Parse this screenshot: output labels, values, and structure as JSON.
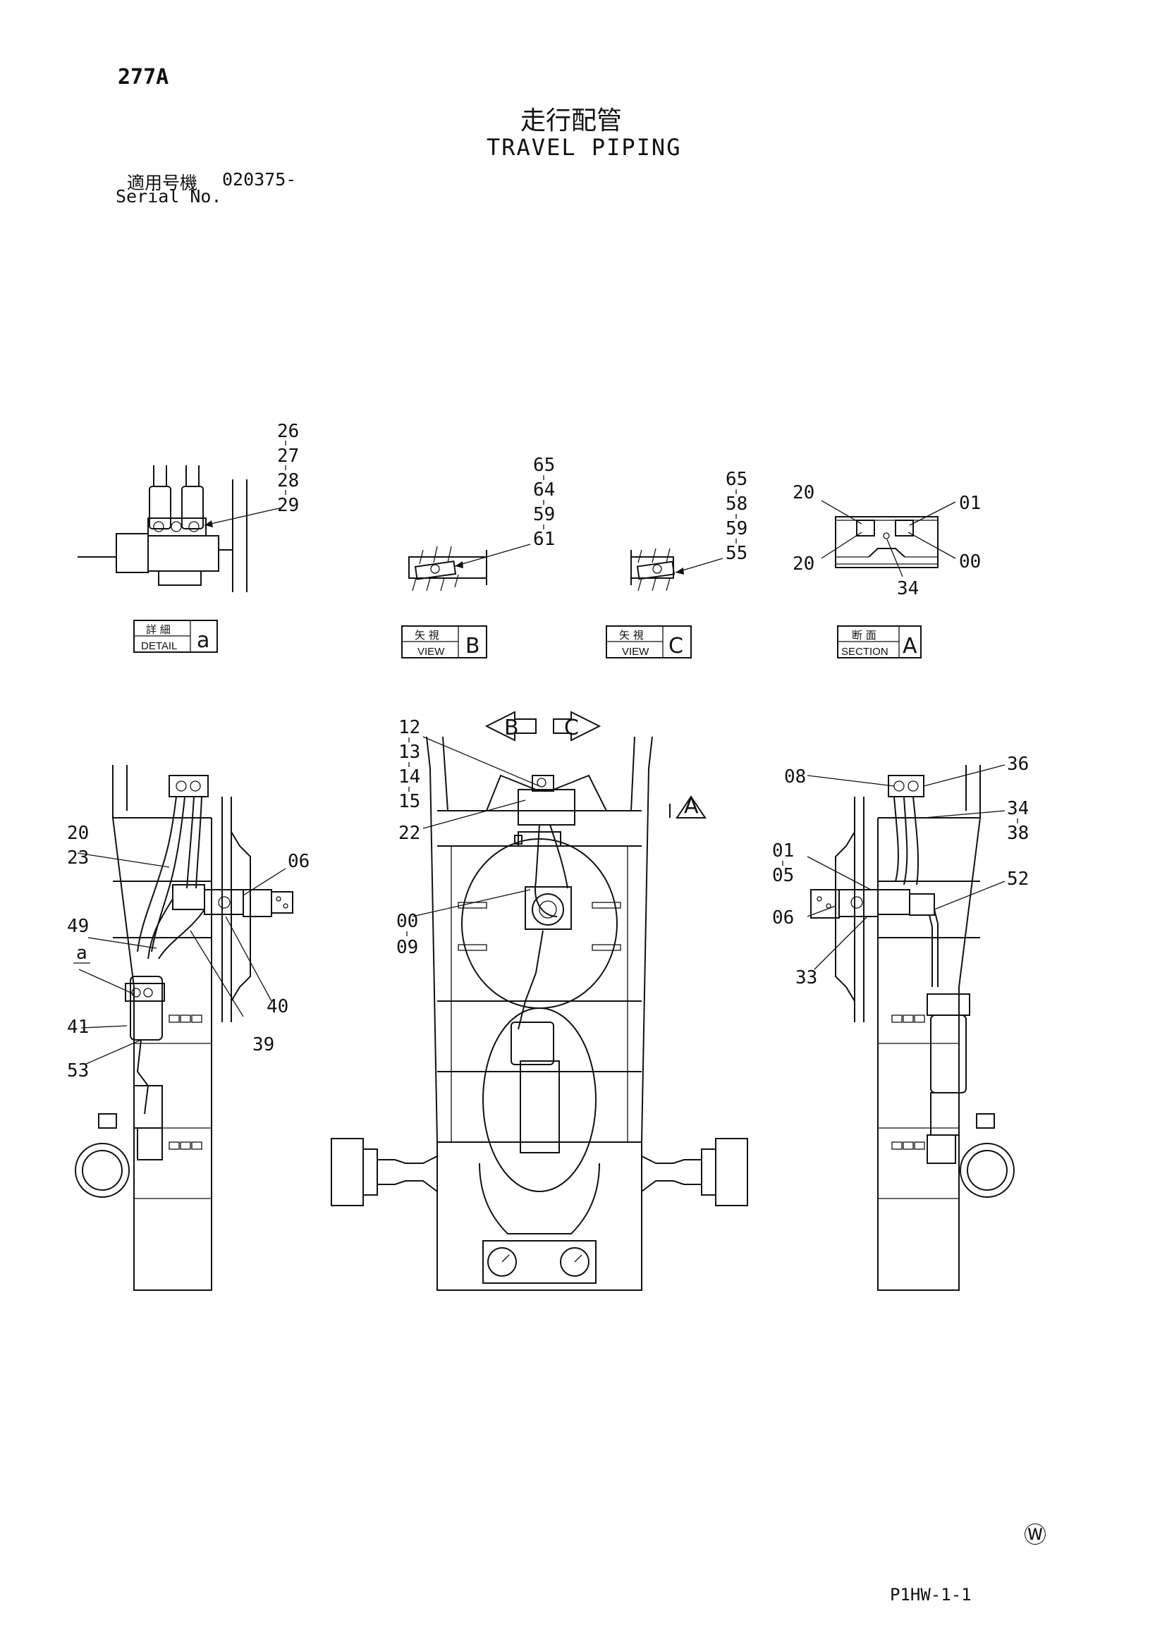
{
  "page_number": "277A",
  "title_jp": "走行配管",
  "title_en": "TRAVEL PIPING",
  "serial": {
    "label_jp": "適用号機",
    "value": "020375-",
    "label_en": "Serial No."
  },
  "sheet_code": "P1HW-1-1",
  "watermark_symbol": "Ⓦ",
  "callouts": {
    "detail_a": [
      "26",
      "27",
      "28",
      "29"
    ],
    "view_b": [
      "65",
      "64",
      "59",
      "61"
    ],
    "view_c": [
      "65",
      "58",
      "59",
      "55"
    ],
    "section_a": [
      "20",
      "01",
      "20",
      "00",
      "34"
    ],
    "left_view": [
      "20",
      "23",
      "06",
      "49",
      "a",
      "40",
      "41",
      "39",
      "53"
    ],
    "center_view": [
      "12",
      "13",
      "14",
      "15",
      "22",
      "00",
      "09"
    ],
    "right_view": [
      "08",
      "36",
      "34",
      "38",
      "01",
      "05",
      "52",
      "06",
      "33"
    ]
  },
  "arrow_labels": {
    "b": "B",
    "c": "C",
    "a": "A"
  },
  "view_boxes": [
    {
      "jp": "詳 細",
      "en": "DETAIL",
      "letter": "a"
    },
    {
      "jp": "矢 視",
      "en": "VIEW",
      "letter": "B"
    },
    {
      "jp": "矢 視",
      "en": "VIEW",
      "letter": "C"
    },
    {
      "jp": "断 面",
      "en": "SECTION",
      "letter": "A"
    }
  ]
}
